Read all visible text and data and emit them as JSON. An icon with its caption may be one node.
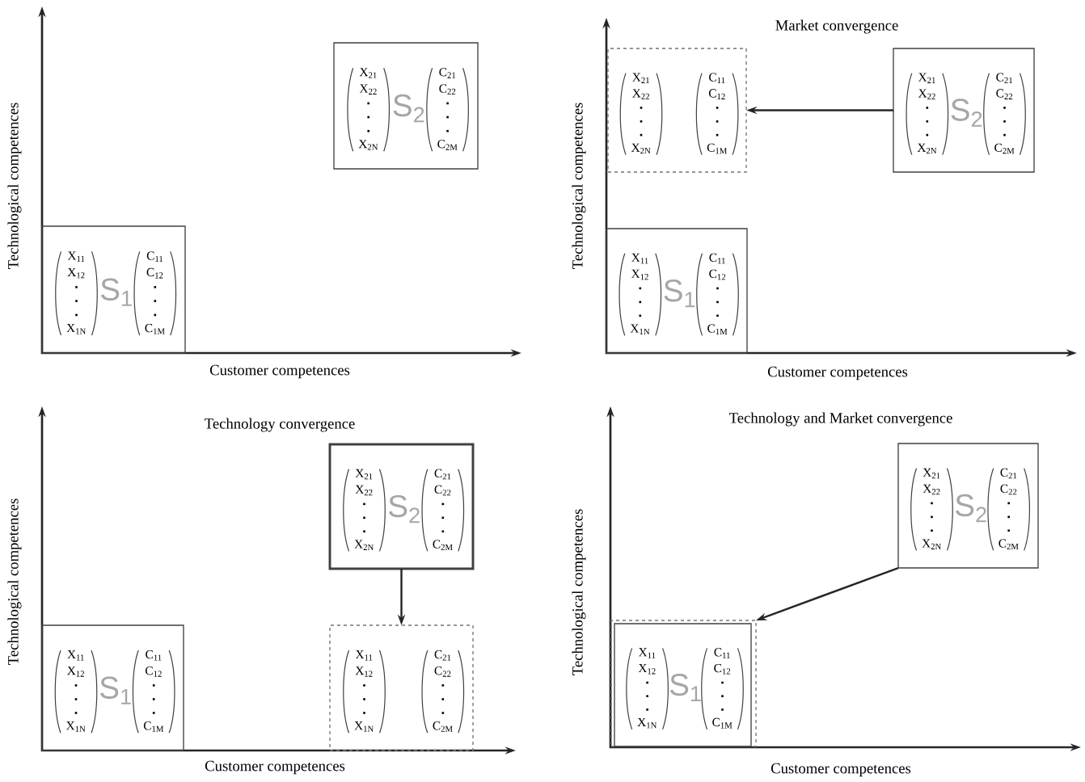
{
  "diagram": {
    "nodes": [
      {
        "text": [
          "X$_{21}$",
          "X$_{22}$",
          "X$_{2N}$",
          "C$_{21}$",
          "C$_{22}$",
          "C$_{2M}$",
          "S$_{2}$"
        ]
      },
      {
        "text": [
          "X$_{11}$",
          "X$_{12}$",
          "X$_{1N}$",
          "C$_{11}$",
          "C$_{12}$",
          "C$_{1M}$",
          "S$_{1}$"
        ]
      },
      {
        "text": [
          "X$_{21}$",
          "X$_{22}$",
          "X$_{2N}$",
          "C$_{11}$",
          "C$_{12}$",
          "C$_{1M}$"
        ]
      },
      {
        "text": [
          "X$_{21}$",
          "X$_{22}$",
          "X$_{2N}$",
          "C$_{21}$",
          "C$_{22}$",
          "C$_{2M}$",
          "S$_{2}$"
        ]
      },
      {
        "text": [
          "X$_{11}$",
          "X$_{12}$",
          "X$_{1N}$",
          "C$_{11}$",
          "C$_{12}$",
          "C$_{1M}$",
          "S$_{1}$"
        ]
      },
      {
        "text": [
          "X$_{21}$",
          "X$_{22}$",
          "X$_{2N}$",
          "C$_{21}$",
          "C$_{22}$",
          "C$_{2M}$",
          "S$_{2}$"
        ]
      },
      {
        "text": [
          "X$_{11}$",
          "X$_{12}$",
          "X$_{1N}$",
          "C$_{11}$",
          "C$_{12}$",
          "C$_{1M}$",
          "S$_{1}$"
        ]
      },
      {
        "text": [
          "X$_{11}$",
          "X$_{12}$",
          "X$_{1N}$",
          "C$_{21}$",
          "C$_{22}$",
          "C$_{2M}$"
        ]
      },
      {
        "text": [
          "X$_{21}$",
          "X$_{22}$",
          "X$_{2N}$",
          "C$_{21}$",
          "C$_{22}$",
          "C$_{2M}$",
          "S$_{2}$"
        ]
      },
      {
        "text": [],
        "shape": "box"
      },
      {
        "text": [
          "X$_{11}$",
          "X$_{12}$",
          "X$_{1N}$",
          "C$_{11}$",
          "C$_{12}$",
          "C$_{1M}$",
          "S$_{1}$"
        ],
        "in": 9
      }
    ],
    "edges": [
      {
        "from": 3,
        "to": 2,
        "arrow": "to"
      },
      {
        "from": 5,
        "to": 7,
        "arrow": "to"
      },
      {
        "from": 8,
        "to": 9,
        "arrow": "to"
      }
    ],
    "labels": [
      "Technological competences",
      "Customer competences",
      "Market convergence",
      "Technological competences",
      "Customer competences",
      "Technology convergence",
      "Technological competences",
      "Customer competences",
      "Technology and Market convergence",
      "Technological competences",
      "Customer competences"
    ]
  }
}
